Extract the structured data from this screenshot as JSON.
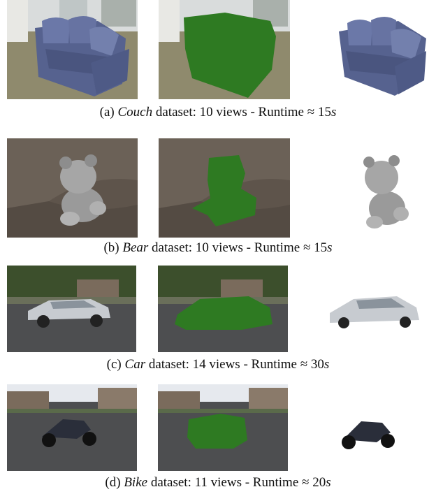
{
  "figures": [
    {
      "label": "(a)",
      "dataset": "Couch",
      "suffix": "dataset: 10 views - Runtime",
      "approx": "≈",
      "value": "15",
      "unit": "s"
    },
    {
      "label": "(b)",
      "dataset": "Bear",
      "suffix": "dataset: 10 views - Runtime",
      "approx": "≈",
      "value": "15",
      "unit": "s"
    },
    {
      "label": "(c)",
      "dataset": "Car",
      "suffix": "dataset: 14 views - Runtime",
      "approx": "≈",
      "value": "30",
      "unit": "s"
    },
    {
      "label": "(d)",
      "dataset": "Bike",
      "suffix": "dataset: 11 views - Runtime",
      "approx": "≈",
      "value": "20",
      "unit": "s"
    }
  ],
  "colors": {
    "mask_green": "#2e7a22",
    "couch_blue": "#5d6a9c",
    "carpet": "#8f8a6d",
    "bear_fur": "#9a9a9a",
    "sofa_brown": "#5e544b",
    "car_silver": "#c7cbd0",
    "road": "#4d4e50",
    "trees": "#3c4f2c",
    "sky": "#e6e9ee"
  }
}
